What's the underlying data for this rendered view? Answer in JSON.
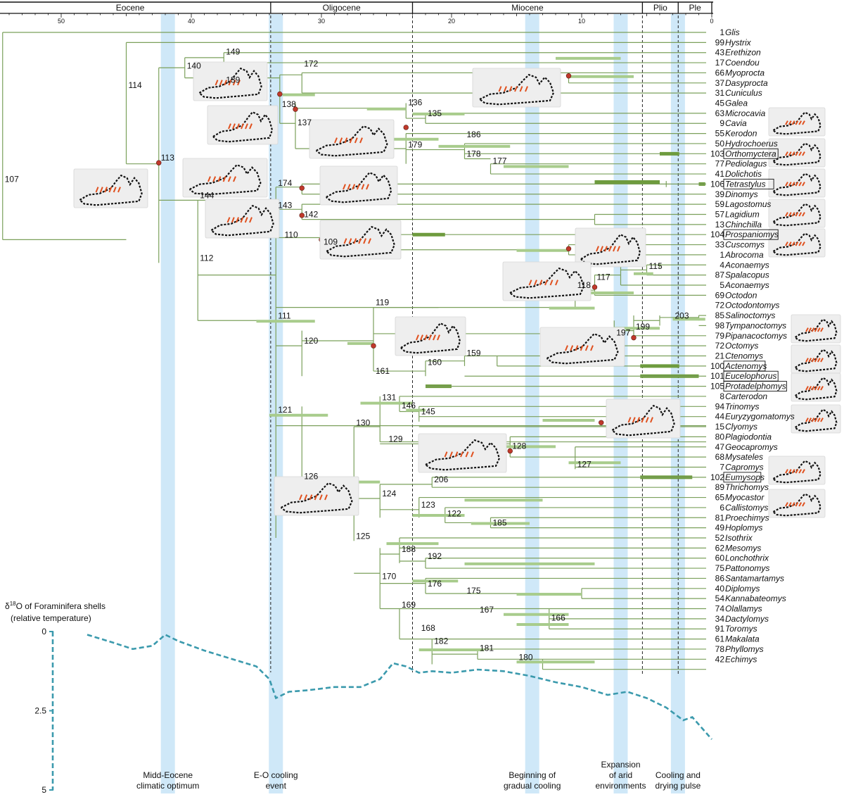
{
  "timescale": {
    "epochs": [
      {
        "name": "Eocene",
        "start": 56,
        "end": 33.9
      },
      {
        "name": "Oligocene",
        "start": 33.9,
        "end": 23
      },
      {
        "name": "Miocene",
        "start": 23,
        "end": 5.33
      },
      {
        "name": "Plio",
        "start": 5.33,
        "end": 2.58
      },
      {
        "name": "Ple",
        "start": 2.58,
        "end": 0
      }
    ],
    "ticks": [
      50,
      40,
      30,
      20,
      10,
      0
    ]
  },
  "events": [
    {
      "id": "mid-eocene",
      "age": 41.8,
      "lines": [
        "Midd-Eocene",
        "climatic optimum"
      ]
    },
    {
      "id": "eo-cooling",
      "age": 33.5,
      "lines": [
        "E-O cooling",
        "event"
      ]
    },
    {
      "id": "gradual-cooling",
      "age": 13.8,
      "lines": [
        "Beginning of",
        "gradual cooling"
      ]
    },
    {
      "id": "arid",
      "age": 7,
      "lines": [
        "Expansion",
        "of arid",
        "environments"
      ]
    },
    {
      "id": "cooling-drying",
      "age": 2.6,
      "lines": [
        "Cooling and",
        "drying pulse"
      ]
    }
  ],
  "taxa": [
    {
      "num": "1",
      "name": "Glis"
    },
    {
      "num": "99",
      "name": "Hystrix"
    },
    {
      "num": "43",
      "name": "Erethizon"
    },
    {
      "num": "17",
      "name": "Coendou"
    },
    {
      "num": "66",
      "name": "Myoprocta"
    },
    {
      "num": "37",
      "name": "Dasyprocta"
    },
    {
      "num": "31",
      "name": "Cuniculus"
    },
    {
      "num": "45",
      "name": "Galea"
    },
    {
      "num": "63",
      "name": "Microcavia"
    },
    {
      "num": "9",
      "name": "Cavia"
    },
    {
      "num": "55",
      "name": "Kerodon"
    },
    {
      "num": "50",
      "name": "Hydrochoerus"
    },
    {
      "num": "103",
      "name": "Orthomyctera",
      "boxed": true
    },
    {
      "num": "77",
      "name": "Pediolagus"
    },
    {
      "num": "41",
      "name": "Dolichotis"
    },
    {
      "num": "106",
      "name": "Tetrastylus",
      "boxed": true
    },
    {
      "num": "39",
      "name": "Dinomys"
    },
    {
      "num": "59",
      "name": "Lagostomus"
    },
    {
      "num": "57",
      "name": "Lagidium"
    },
    {
      "num": "13",
      "name": "Chinchilla"
    },
    {
      "num": "104",
      "name": "Prospaniomys",
      "boxed": true
    },
    {
      "num": "33",
      "name": "Cuscomys"
    },
    {
      "num": "1",
      "name": "Abrocoma"
    },
    {
      "num": "4",
      "name": "Aconaemys"
    },
    {
      "num": "87",
      "name": "Spalacopus"
    },
    {
      "num": "5",
      "name": "Aconaemys"
    },
    {
      "num": "69",
      "name": "Octodon"
    },
    {
      "num": "72",
      "name": "Octodontomys"
    },
    {
      "num": "85",
      "name": "Salinoctomys"
    },
    {
      "num": "98",
      "name": "Tympanoctomys"
    },
    {
      "num": "79",
      "name": "Pipanacoctomys"
    },
    {
      "num": "72",
      "name": "Octomys"
    },
    {
      "num": "21",
      "name": "Ctenomys"
    },
    {
      "num": "100",
      "name": "Actenomys",
      "boxed": true
    },
    {
      "num": "101",
      "name": "Eucelophorus",
      "boxed": true
    },
    {
      "num": "105",
      "name": "Protadelphomys",
      "boxed": true
    },
    {
      "num": "8",
      "name": "Carterodon"
    },
    {
      "num": "94",
      "name": "Trinomys"
    },
    {
      "num": "44",
      "name": "Euryzygomatomys"
    },
    {
      "num": "15",
      "name": "Clyomys"
    },
    {
      "num": "80",
      "name": "Plagiodontia"
    },
    {
      "num": "47",
      "name": "Geocapromys"
    },
    {
      "num": "68",
      "name": "Mysateles"
    },
    {
      "num": "7",
      "name": "Capromys"
    },
    {
      "num": "102",
      "name": "Eumysops",
      "boxed": true
    },
    {
      "num": "89",
      "name": "Thrichomys"
    },
    {
      "num": "65",
      "name": "Myocastor"
    },
    {
      "num": "6",
      "name": "Callistomys"
    },
    {
      "num": "81",
      "name": "Proechimys"
    },
    {
      "num": "49",
      "name": "Hoplomys"
    },
    {
      "num": "52",
      "name": "Isothrix"
    },
    {
      "num": "62",
      "name": "Mesomys"
    },
    {
      "num": "60",
      "name": "Lonchothrix"
    },
    {
      "num": "75",
      "name": "Pattonomys"
    },
    {
      "num": "86",
      "name": "Santamartamys"
    },
    {
      "num": "40",
      "name": "Diplomys"
    },
    {
      "num": "54",
      "name": "Kannabateomys"
    },
    {
      "num": "74",
      "name": "Olallamys"
    },
    {
      "num": "34",
      "name": "Dactylomys"
    },
    {
      "num": "91",
      "name": "Toromys"
    },
    {
      "num": "61",
      "name": "Makalata"
    },
    {
      "num": "78",
      "name": "Phyllomys"
    },
    {
      "num": "42",
      "name": "Echimys"
    }
  ],
  "nodes": [
    {
      "label": "107",
      "age": 54.5,
      "row": 15.0
    },
    {
      "label": "114",
      "age": 45,
      "row": 5.7
    },
    {
      "label": "113",
      "age": 42.5,
      "row": 12.9
    },
    {
      "label": "112",
      "age": 39.5,
      "row": 22.8
    },
    {
      "label": "111",
      "age": 33.5,
      "row": 28.5
    },
    {
      "label": "140",
      "age": 40.5,
      "row": 3.8
    },
    {
      "label": "149",
      "age": 37.5,
      "row": 2.4
    },
    {
      "label": "139",
      "age": 37.5,
      "row": 5.2
    },
    {
      "label": "172",
      "age": 31.5,
      "row": 3.6
    },
    {
      "label": "138",
      "age": 33.2,
      "row": 7.6
    },
    {
      "label": "137",
      "age": 32,
      "row": 9.4
    },
    {
      "label": "136",
      "age": 23.5,
      "row": 7.4
    },
    {
      "label": "135",
      "age": 22,
      "row": 8.5
    },
    {
      "label": "179",
      "age": 23.5,
      "row": 11.6
    },
    {
      "label": "186",
      "age": 19,
      "row": 10.6
    },
    {
      "label": "178",
      "age": 19,
      "row": 12.5
    },
    {
      "label": "177",
      "age": 17,
      "row": 13.2
    },
    {
      "label": "174",
      "age": 33.5,
      "row": 15.4
    },
    {
      "label": "144",
      "age": 39.5,
      "row": 16.6
    },
    {
      "label": "143",
      "age": 33.5,
      "row": 17.6
    },
    {
      "label": "142",
      "age": 31.5,
      "row": 18.5
    },
    {
      "label": "110",
      "age": 33,
      "row": 20.5
    },
    {
      "label": "109",
      "age": 30,
      "row": 21.2
    },
    {
      "label": "115",
      "age": 5,
      "row": 23.6
    },
    {
      "label": "117",
      "age": 9,
      "row": 24.7
    },
    {
      "label": "118",
      "age": 10.5,
      "row": 25.5
    },
    {
      "label": "119",
      "age": 26,
      "row": 27.2
    },
    {
      "label": "199",
      "age": 6,
      "row": 29.6
    },
    {
      "label": "203",
      "age": 3,
      "row": 28.5
    },
    {
      "label": "197",
      "age": 7.5,
      "row": 30.2
    },
    {
      "label": "120",
      "age": 31.5,
      "row": 31.0
    },
    {
      "label": "159",
      "age": 19,
      "row": 32.2
    },
    {
      "label": "160",
      "age": 22,
      "row": 33.1
    },
    {
      "label": "161",
      "age": 26,
      "row": 34.0
    },
    {
      "label": "121",
      "age": 33.5,
      "row": 37.8
    },
    {
      "label": "131",
      "age": 25.5,
      "row": 36.6
    },
    {
      "label": "146",
      "age": 24,
      "row": 37.4
    },
    {
      "label": "145",
      "age": 22.5,
      "row": 38.0
    },
    {
      "label": "130",
      "age": 27.5,
      "row": 39.1
    },
    {
      "label": "129",
      "age": 25,
      "row": 40.7
    },
    {
      "label": "128",
      "age": 15.5,
      "row": 41.4
    },
    {
      "label": "127",
      "age": 10.5,
      "row": 43.2
    },
    {
      "label": "126",
      "age": 31.5,
      "row": 44.4
    },
    {
      "label": "206",
      "age": 21.5,
      "row": 44.7
    },
    {
      "label": "124",
      "age": 25.5,
      "row": 46.1
    },
    {
      "label": "123",
      "age": 22.5,
      "row": 47.2
    },
    {
      "label": "122",
      "age": 20.5,
      "row": 48.1
    },
    {
      "label": "185",
      "age": 17,
      "row": 49.0
    },
    {
      "label": "125",
      "age": 27.5,
      "row": 50.3
    },
    {
      "label": "188",
      "age": 24,
      "row": 51.6
    },
    {
      "label": "192",
      "age": 22,
      "row": 52.3
    },
    {
      "label": "170",
      "age": 25.5,
      "row": 54.3
    },
    {
      "label": "176",
      "age": 22,
      "row": 55.0
    },
    {
      "label": "175",
      "age": 19,
      "row": 55.7
    },
    {
      "label": "169",
      "age": 24,
      "row": 57.1
    },
    {
      "label": "167",
      "age": 18,
      "row": 57.6
    },
    {
      "label": "166",
      "age": 12.5,
      "row": 58.4
    },
    {
      "label": "168",
      "age": 22.5,
      "row": 59.4
    },
    {
      "label": "182",
      "age": 21.5,
      "row": 60.7
    },
    {
      "label": "181",
      "age": 18,
      "row": 61.4
    },
    {
      "label": "180",
      "age": 15,
      "row": 62.3
    }
  ],
  "temperature": {
    "title_prefix": "δ",
    "title_sup": "18",
    "title_rest": "O of Foraminifera shells",
    "subtitle": "(relative temperature)",
    "ticks": [
      {
        "label": "0",
        "v": 0
      },
      {
        "label": "2.5",
        "v": 2.5
      },
      {
        "label": "5",
        "v": 5
      }
    ],
    "points": [
      [
        48,
        0.1
      ],
      [
        46,
        0.35
      ],
      [
        44.5,
        0.55
      ],
      [
        43,
        0.45
      ],
      [
        42,
        0.1
      ],
      [
        41,
        0.3
      ],
      [
        39,
        0.6
      ],
      [
        37,
        0.85
      ],
      [
        35,
        1.1
      ],
      [
        34,
        1.5
      ],
      [
        33.5,
        2.1
      ],
      [
        32.5,
        1.9
      ],
      [
        31,
        1.85
      ],
      [
        29,
        1.75
      ],
      [
        27,
        1.75
      ],
      [
        25.5,
        1.5
      ],
      [
        24.5,
        1.0
      ],
      [
        23.5,
        1.1
      ],
      [
        22.5,
        1.3
      ],
      [
        21.5,
        1.25
      ],
      [
        20,
        1.3
      ],
      [
        18,
        1.2
      ],
      [
        16,
        1.25
      ],
      [
        14,
        1.4
      ],
      [
        12,
        1.6
      ],
      [
        10,
        1.75
      ],
      [
        8,
        2.0
      ],
      [
        6.5,
        1.9
      ],
      [
        5,
        2.1
      ],
      [
        3.5,
        2.4
      ],
      [
        2.2,
        2.8
      ],
      [
        1.5,
        2.7
      ],
      [
        0,
        3.4
      ]
    ]
  }
}
